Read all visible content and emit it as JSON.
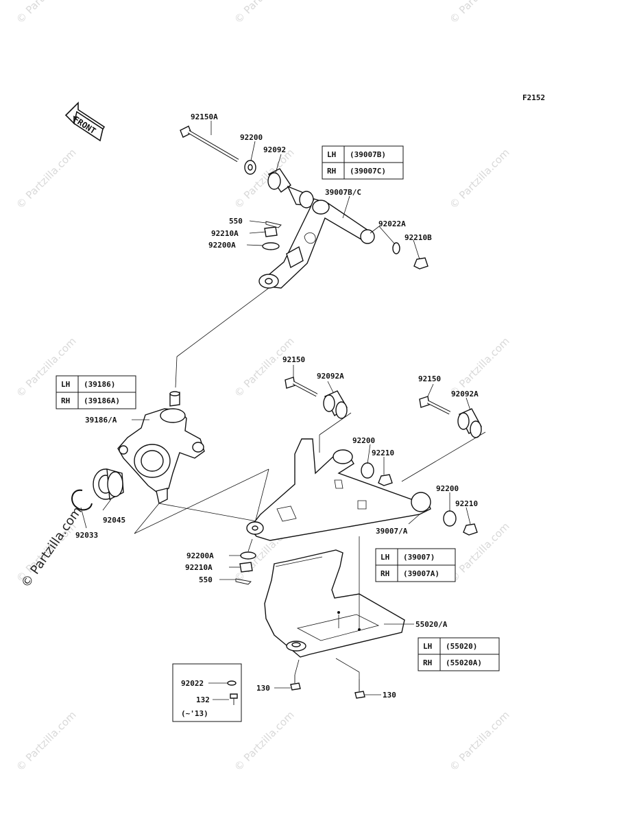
{
  "figure_code": "F2152",
  "front_label": "FRONT",
  "watermarks": {
    "small": "© Partzilla.com",
    "side": "© Partzilla.com"
  },
  "labels": {
    "l_92150A": "92150A",
    "l_92200_top": "92200",
    "l_92092": "92092",
    "l_39007BC": "39007B/C",
    "l_550_top": "550",
    "l_92210A_top": "92210A",
    "l_92200A_top": "92200A",
    "l_92022A": "92022A",
    "l_92210B": "92210B",
    "l_92150_mid": "92150",
    "l_92092A_mid": "92092A",
    "l_92150_right": "92150",
    "l_92092A_right": "92092A",
    "l_39186A": "39186/A",
    "l_92200_mid": "92200",
    "l_92210_mid": "92210",
    "l_92200_right": "92200",
    "l_92210_right": "92210",
    "l_39007A": "39007/A",
    "l_92045": "92045",
    "l_92033": "92033",
    "l_92200A_bot": "92200A",
    "l_92210A_bot": "92210A",
    "l_550_bot": "550",
    "l_55020A": "55020/A",
    "l_130_left": "130",
    "l_130_right": "130",
    "l_92022": "92022",
    "l_132": "132",
    "l_note13": "(~'13)"
  },
  "tables": {
    "upper_arm": {
      "rows": [
        {
          "side": "LH",
          "part": "(39007B)"
        },
        {
          "side": "RH",
          "part": "(39007C)"
        }
      ]
    },
    "knuckle": {
      "rows": [
        {
          "side": "LH",
          "part": "(39186)"
        },
        {
          "side": "RH",
          "part": "(39186A)"
        }
      ]
    },
    "lower_arm": {
      "rows": [
        {
          "side": "LH",
          "part": "(39007)"
        },
        {
          "side": "RH",
          "part": "(39007A)"
        }
      ]
    },
    "guard": {
      "rows": [
        {
          "side": "LH",
          "part": "(55020)"
        },
        {
          "side": "RH",
          "part": "(55020A)"
        }
      ]
    }
  }
}
